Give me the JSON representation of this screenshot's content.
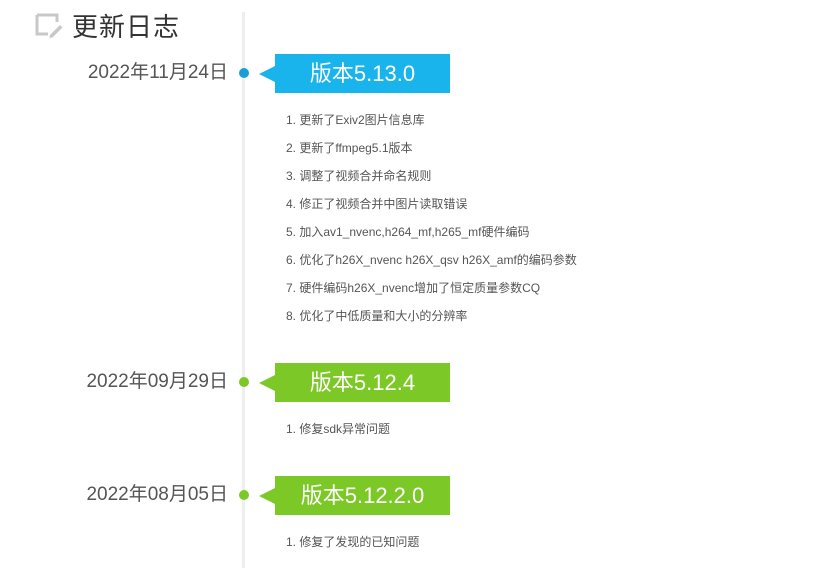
{
  "header": {
    "icon": "edit-note-icon",
    "title": "更新日志"
  },
  "colors": {
    "blue": "#1ab4ec",
    "blue_dot": "#1a9ed6",
    "green": "#7cc826",
    "timeline": "#eeeeee"
  },
  "entries": [
    {
      "date": "2022年11月24日",
      "version": "版本5.13.0",
      "color": "blue",
      "items": [
        "1. 更新了Exiv2图片信息库",
        "2. 更新了ffmpeg5.1版本",
        "3. 调整了视频合并命名规则",
        "4. 修正了视频合并中图片读取错误",
        "5. 加入av1_nvenc,h264_mf,h265_mf硬件编码",
        "6. 优化了h26X_nvenc h26X_qsv h26X_amf的编码参数",
        "7. 硬件编码h26X_nvenc增加了恒定质量参数CQ",
        "8. 优化了中低质量和大小的分辨率"
      ]
    },
    {
      "date": "2022年09月29日",
      "version": "版本5.12.4",
      "color": "green",
      "items": [
        "1. 修复sdk异常问题"
      ]
    },
    {
      "date": "2022年08月05日",
      "version": "版本5.12.2.0",
      "color": "green",
      "items": [
        "1. 修复了发现的已知问题"
      ]
    }
  ]
}
